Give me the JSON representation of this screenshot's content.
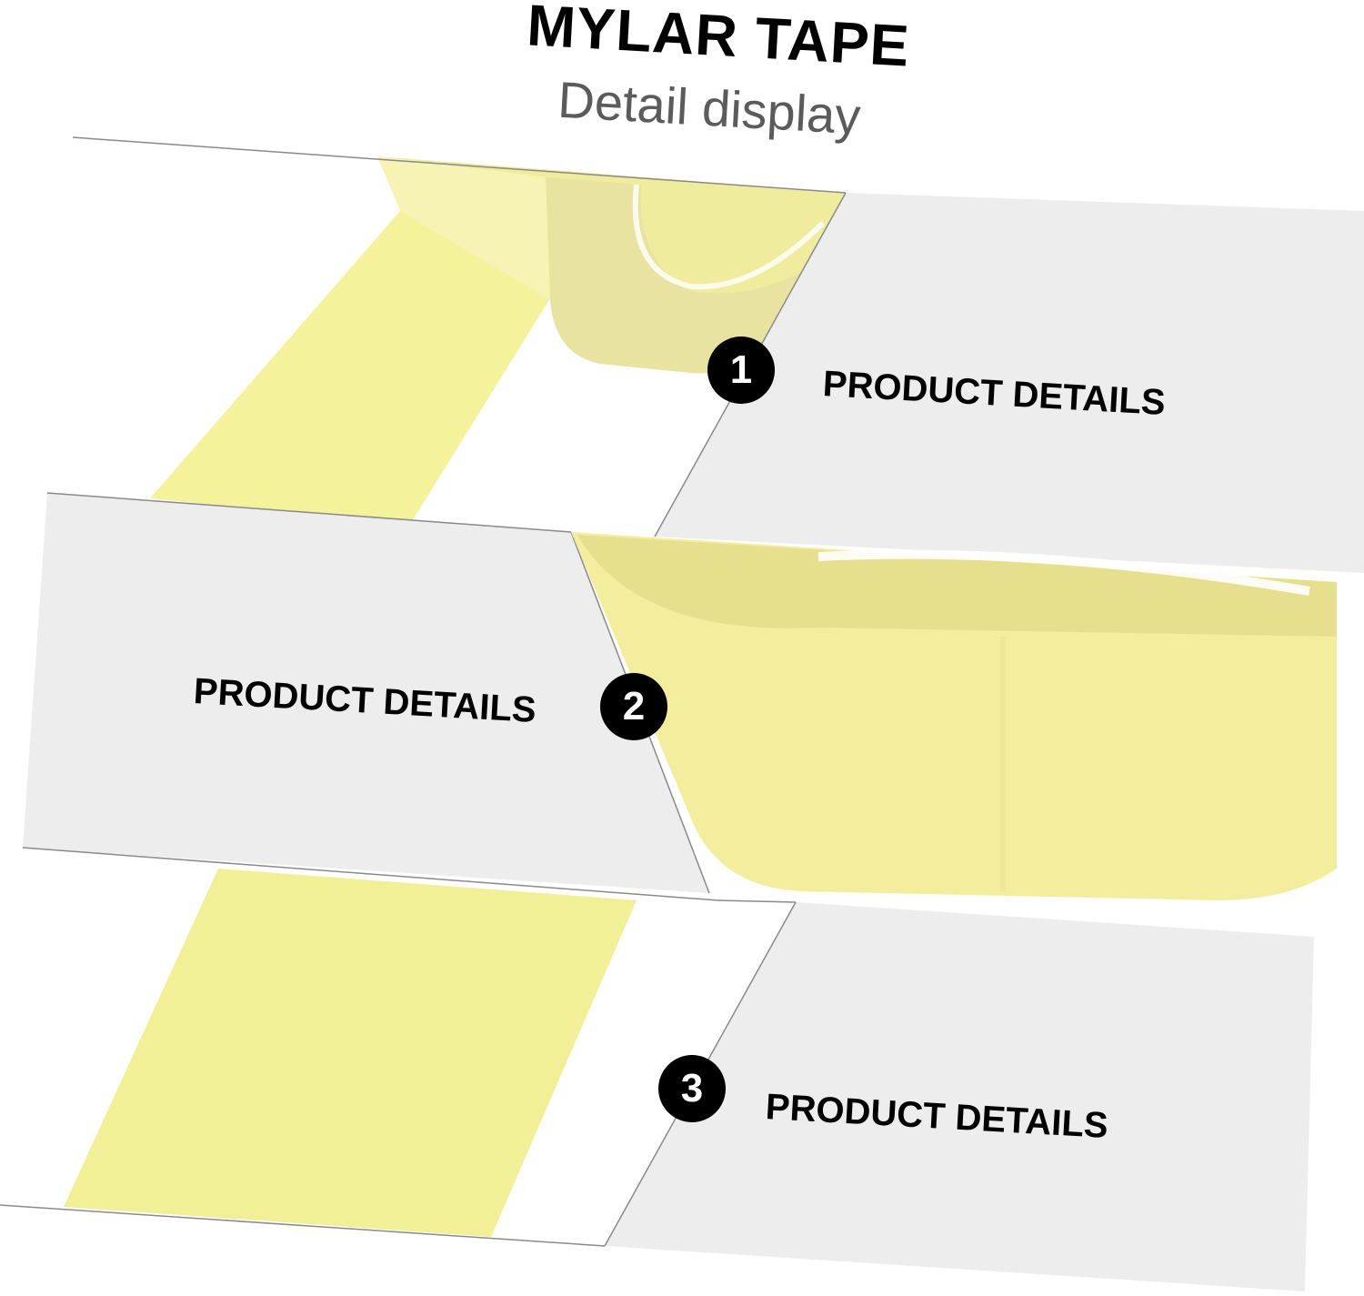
{
  "header": {
    "title": "MYLAR TAPE",
    "subtitle": "Detail display"
  },
  "callouts": [
    {
      "number": "1",
      "label": "PRODUCT DETAILS"
    },
    {
      "number": "2",
      "label": "PRODUCT DETAILS"
    },
    {
      "number": "3",
      "label": "PRODUCT DETAILS"
    }
  ],
  "colors": {
    "tape_yellow": "#f4f29a",
    "tape_roll_shade": "#ece79a",
    "tape_edge": "#e3dd8c",
    "panel_gray": "#ededed",
    "panel_line": "#8a8a8a",
    "badge_black": "#000000",
    "subtitle_gray": "#5b5b5b"
  }
}
